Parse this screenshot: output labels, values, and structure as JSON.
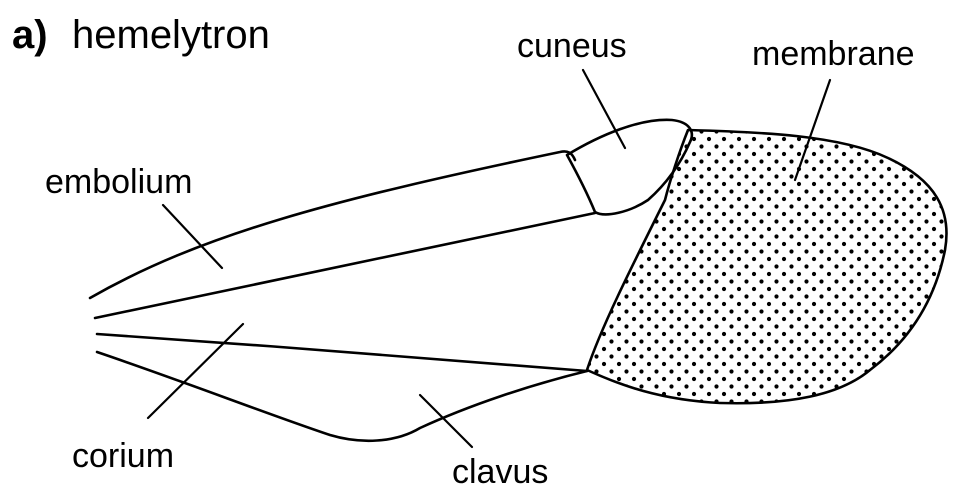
{
  "title": {
    "letter": "a)",
    "word": "hemelytron"
  },
  "labels": {
    "cuneus": "cuneus",
    "membrane": "membrane",
    "embolium": "embolium",
    "corium": "corium",
    "clavus": "clavus"
  },
  "colors": {
    "ink": "#000000",
    "background": "#ffffff"
  }
}
